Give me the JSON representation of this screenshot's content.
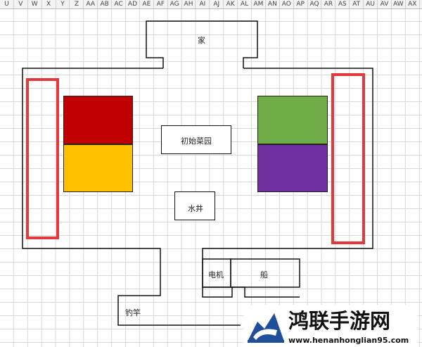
{
  "columns": [
    "U",
    "V",
    "W",
    "X",
    "Y",
    "Z",
    "AA",
    "AB",
    "AC",
    "AD",
    "AE",
    "AF",
    "AG",
    "AH",
    "AI",
    "AJ",
    "AK",
    "AL",
    "AM",
    "AN",
    "AO",
    "AP",
    "AQ",
    "AR",
    "AS",
    "AT",
    "AU",
    "AV",
    "AW",
    "AX"
  ],
  "map": {
    "home": "家",
    "starter_garden": "初始菜园",
    "well": "水井",
    "generator": "电机",
    "boat": "船",
    "fishing_rod": "钓竿"
  },
  "colors": {
    "red_plot": "#c00000",
    "yellow_plot": "#ffc000",
    "green_plot": "#70ad47",
    "purple_plot": "#7030a0",
    "highlight_frame": "#e2393d"
  },
  "watermark": {
    "title": "鸿联手游网",
    "url": "www.henanhonglian95.com"
  }
}
